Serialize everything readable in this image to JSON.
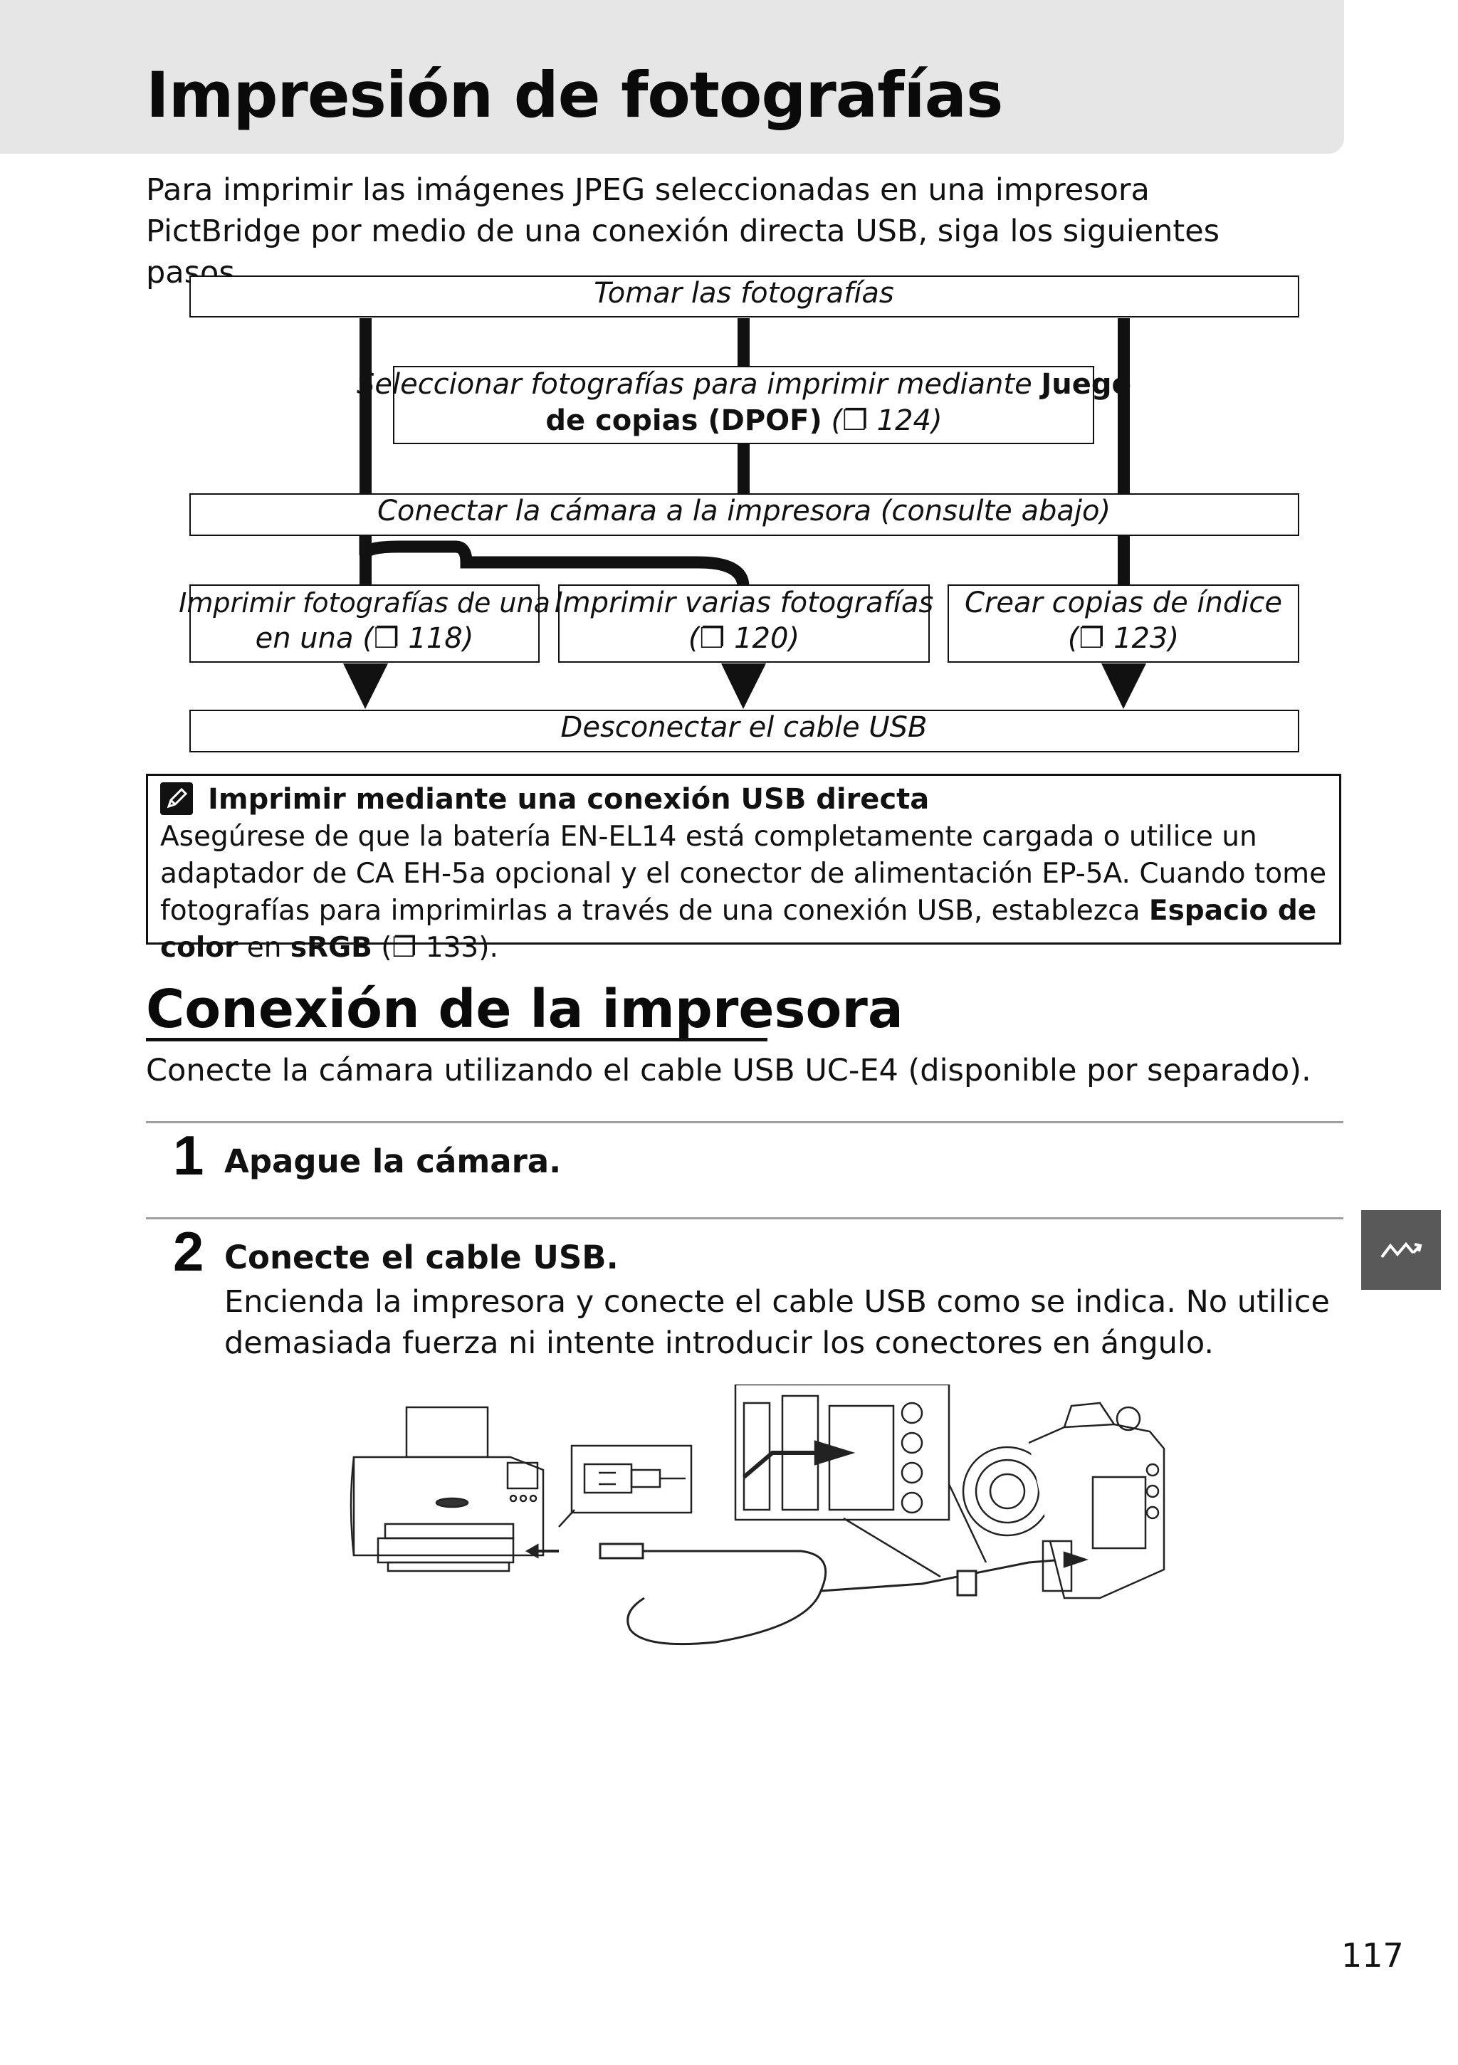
{
  "header": {
    "title": "Impresión de fotografías"
  },
  "intro": {
    "text": "Para imprimir las imágenes JPEG seleccionadas en una impresora PictBridge por medio de una conexión directa USB, siga los siguientes pasos."
  },
  "flowchart": {
    "take_photos": "Tomar las fotografías",
    "select_line1_prefix": "Seleccionar fotografías para imprimir mediante ",
    "select_line1_bold": "Juego",
    "select_line2_bold": "de copias (DPOF)",
    "select_line2_ref": " (❐ 124)",
    "connect": "Conectar la cámara a la impresora (consulte abajo)",
    "print_one_line1": "Imprimir fotografías de una",
    "print_one_line2": "en una (❐ 118)",
    "print_multiple_line1": "Imprimir varias fotografías",
    "print_multiple_line2": "(❐ 120)",
    "index_line1": "Crear copias de índice",
    "index_line2": "(❐ 123)",
    "disconnect": "Desconectar el cable USB"
  },
  "note": {
    "icon": "pencil-note-icon",
    "title": "Imprimir mediante una conexión USB directa",
    "body_part1": "Asegúrese de que la batería EN-EL14 está completamente cargada o utilice un adaptador de CA EH-5a opcional y el conector de alimentación EP-5A. Cuando tome fotografías para imprimirlas a través de una conexión USB, establezca ",
    "body_bold1": "Espacio de color",
    "body_part2": " en ",
    "body_bold2": "sRGB",
    "body_part3": " (❐ 133)."
  },
  "section": {
    "heading": "Conexión de la impresora",
    "intro": "Conecte la cámara utilizando el cable USB UC-E4 (disponible por separado)."
  },
  "steps": [
    {
      "number": "1",
      "title": "Apague la cámara."
    },
    {
      "number": "2",
      "title": "Conecte el cable USB.",
      "body": "Encienda la impresora y conecte el cable USB como se indica. No utilice demasiada fuerza ni intente introducir los conectores en ángulo."
    }
  ],
  "side_tab": {
    "icon": "connection-icon"
  },
  "footer": {
    "page_number": "117"
  },
  "colors": {
    "title_band": "#e6e6e6",
    "side_tab": "#595959",
    "text": "#111111"
  }
}
